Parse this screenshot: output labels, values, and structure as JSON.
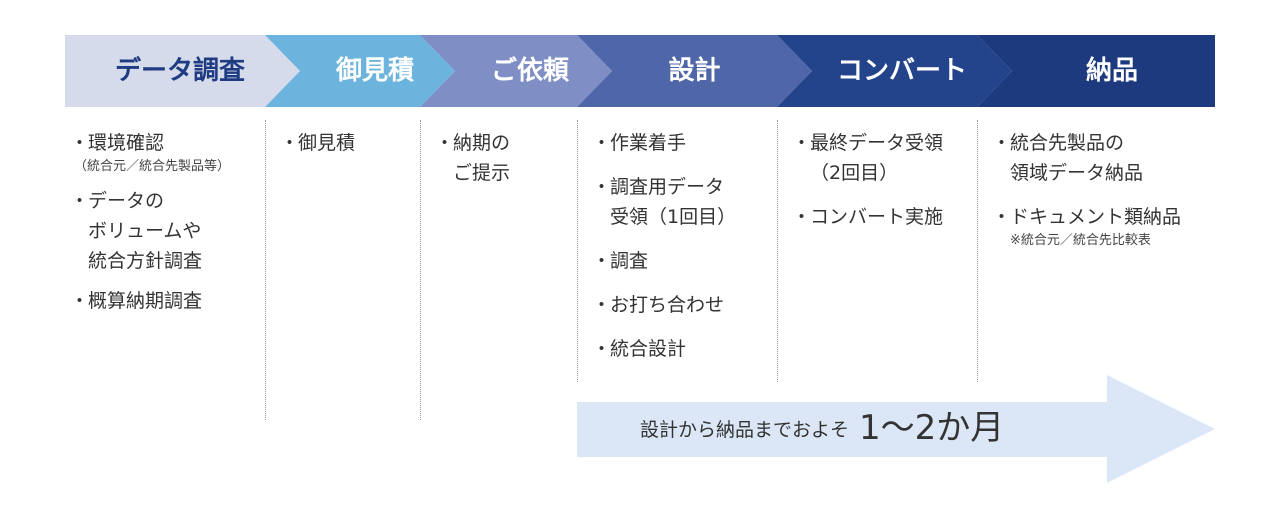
{
  "colors": {
    "step1": "#d5dbea",
    "step2": "#6cb4de",
    "step3": "#7f8fc6",
    "step4": "#4f67a8",
    "step5": "#23448b",
    "step6": "#1c3a7d",
    "arrow": "#dbe7f6",
    "step1_text": "#1f3b82"
  },
  "steps": [
    {
      "label": "データ調査"
    },
    {
      "label": "御見積"
    },
    {
      "label": "ご依頼"
    },
    {
      "label": "設計"
    },
    {
      "label": "コンバート"
    },
    {
      "label": "納品"
    }
  ],
  "columns": [
    {
      "items": [
        {
          "lines": [
            "環境確認"
          ],
          "note": "（統合元／統合先製品等）"
        },
        {
          "lines": [
            "データの",
            "ボリュームや",
            "統合方針調査"
          ]
        },
        {
          "lines": [
            "概算納期調査"
          ]
        }
      ]
    },
    {
      "items": [
        {
          "lines": [
            "御見積"
          ]
        }
      ]
    },
    {
      "items": [
        {
          "lines": [
            "納期の",
            "ご提示"
          ]
        }
      ]
    },
    {
      "items": [
        {
          "lines": [
            "作業着手"
          ]
        },
        {
          "lines": [
            "調査用データ",
            "受領（1回目）"
          ]
        },
        {
          "lines": [
            "調査"
          ]
        },
        {
          "lines": [
            "お打ち合わせ"
          ]
        },
        {
          "lines": [
            "統合設計"
          ]
        }
      ]
    },
    {
      "items": [
        {
          "lines": [
            "最終データ受領",
            "（2回目）"
          ]
        },
        {
          "lines": [
            "コンバート実施"
          ]
        }
      ]
    },
    {
      "items": [
        {
          "lines": [
            "統合先製品の",
            "領域データ納品"
          ]
        },
        {
          "lines": [
            "ドキュメント類納品"
          ],
          "note": "※統合元／統合先比較表"
        }
      ]
    }
  ],
  "bullet": "・",
  "timeline": {
    "text": "設計から納品までおよそ",
    "duration": "1〜2か月"
  }
}
